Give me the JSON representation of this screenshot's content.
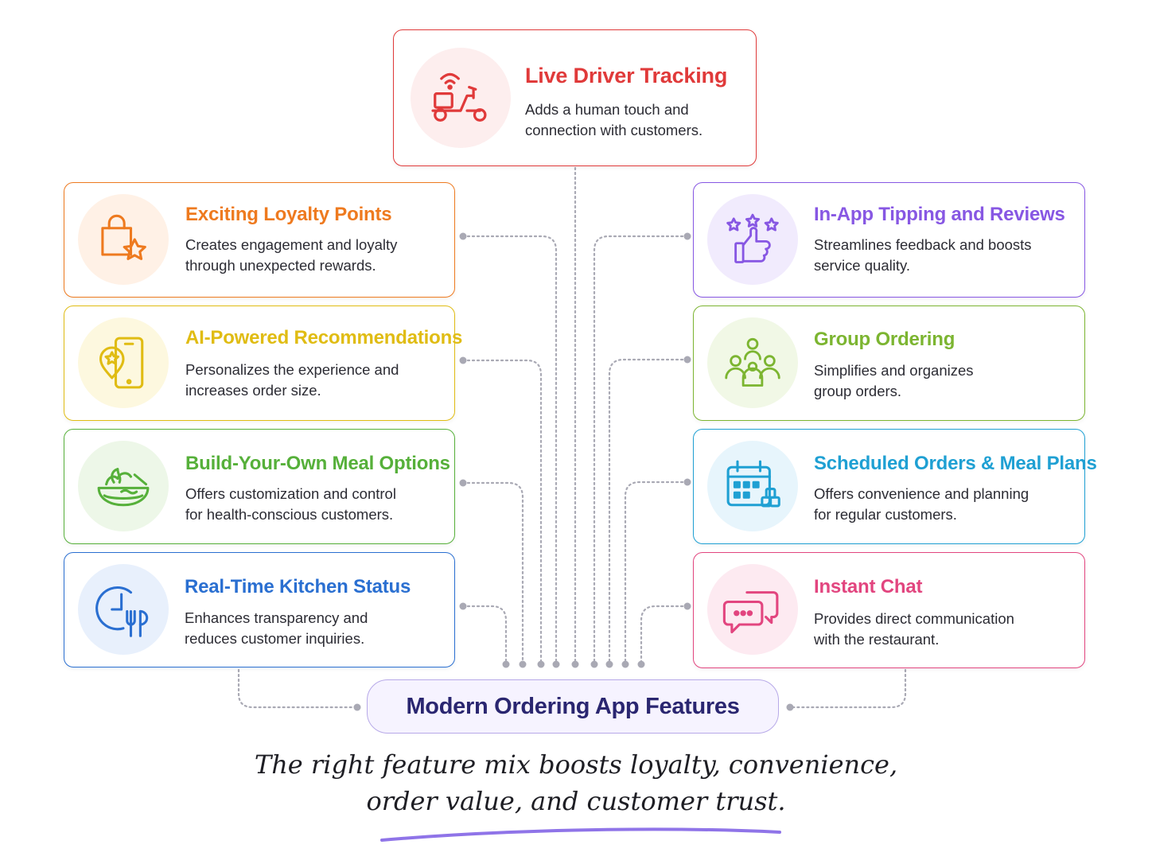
{
  "hub": {
    "title": "Modern Ordering App Features",
    "color": "#2a2670",
    "border": "#b7a9e8",
    "fill": "#f6f3ff"
  },
  "top_feature": {
    "title": "Live Driver Tracking",
    "description_line1": "Adds a human touch and",
    "description_line2": "connection with customers.",
    "icon": "delivery-scooter-icon",
    "accent": "#e03a3a",
    "tint": "#fdeeee"
  },
  "left_features": [
    {
      "title": "Exciting Loyalty Points",
      "description_line1": "Creates engagement and loyalty",
      "description_line2": "through unexpected rewards.",
      "icon": "shopping-bag-star-icon",
      "accent": "#ee7a1f",
      "tint": "#fff1e6"
    },
    {
      "title": "AI-Powered Recommendations",
      "description_line1": "Personalizes the experience and",
      "description_line2": "increases order size.",
      "icon": "phone-location-star-icon",
      "accent": "#e0bc13",
      "tint": "#fdf8df"
    },
    {
      "title": "Build-Your-Own Meal Options",
      "description_line1": "Offers customization and control",
      "description_line2": "for health-conscious customers.",
      "icon": "salad-bowl-icon",
      "accent": "#56b03a",
      "tint": "#edf7e8"
    },
    {
      "title": "Real-Time Kitchen Status",
      "description_line1": "Enhances transparency and",
      "description_line2": "reduces customer inquiries.",
      "icon": "clock-fork-icon",
      "accent": "#2a6fd1",
      "tint": "#e8f0fc"
    }
  ],
  "right_features": [
    {
      "title": "In-App Tipping and Reviews",
      "description_line1": "Streamlines feedback and boosts",
      "description_line2": "service quality.",
      "icon": "thumbs-up-stars-icon",
      "accent": "#8757e3",
      "tint": "#f1ebfd"
    },
    {
      "title": "Group Ordering",
      "description_line1": "Simplifies and organizes",
      "description_line2": "group orders.",
      "icon": "people-group-icon",
      "accent": "#7cb531",
      "tint": "#f1f8e6"
    },
    {
      "title": "Scheduled Orders & Meal Plans",
      "description_line1": "Offers convenience and planning",
      "description_line2": "for regular customers.",
      "icon": "calendar-icon",
      "accent": "#1fa0d3",
      "tint": "#e7f5fc"
    },
    {
      "title": "Instant Chat",
      "description_line1": "Provides direct communication",
      "description_line2": "with the restaurant.",
      "icon": "chat-bubbles-icon",
      "accent": "#e2457f",
      "tint": "#fdeaf1"
    }
  ],
  "tagline": {
    "line1": "The right  feature mix boosts loyalty, convenience,",
    "line2": "order value, and customer trust.",
    "underline_color": "#8f74e8"
  },
  "connector_color": "#a9a9b4"
}
